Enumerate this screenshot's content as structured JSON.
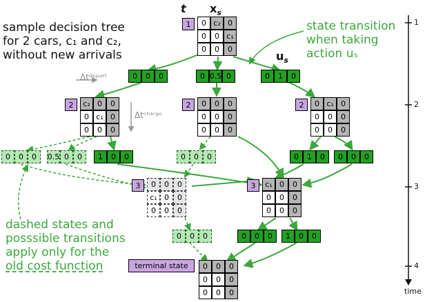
{
  "headers": {
    "t": "t",
    "x": "x",
    "x_sub": "s",
    "u": "u",
    "u_sub": "s"
  },
  "notes": {
    "left": [
      "sample decision tree",
      "for 2 cars,  c₁ and c₂,",
      "without new arrivals"
    ],
    "right": [
      "state transition",
      "when taking",
      "action uₛ"
    ],
    "bottom": [
      "dashed states and",
      "posssible transitions",
      "apply only for the",
      "old cost function"
    ]
  },
  "labels": {
    "dt_depart": "Δtᵈᵉᵖᵃʳᵗ",
    "dt_charge": "Δtᶜʰᵃʳᵍᵉ",
    "terminal": "terminal state"
  },
  "axis": {
    "ticks": [
      "1",
      "2",
      "3",
      "4"
    ],
    "label": "time"
  },
  "colors": {
    "green": "#22a022",
    "green_dark": "#145214",
    "light_green": "#b6e8b6",
    "gray": "#b4b4b4",
    "purple": "#c9a6e0",
    "arrow": "#3aa83a"
  },
  "states": [
    {
      "id": "s1",
      "tag": "1",
      "cells": [
        [
          "0",
          "c₂",
          "0"
        ],
        [
          "0",
          "0",
          "c₁"
        ],
        [
          "0",
          "0",
          "0"
        ]
      ],
      "dashed": false
    },
    {
      "id": "s2a",
      "tag": "2",
      "cells": [
        [
          "c₂",
          "0",
          "0"
        ],
        [
          "0",
          "c₁",
          "0"
        ],
        [
          "0",
          "0",
          "0"
        ]
      ],
      "dashed": false
    },
    {
      "id": "s2b",
      "tag": "2",
      "cells": [
        [
          "0",
          "0",
          "0"
        ],
        [
          "0",
          "0",
          "0"
        ],
        [
          "0",
          "0",
          "0"
        ]
      ],
      "dashed": false
    },
    {
      "id": "s2c",
      "tag": "2",
      "cells": [
        [
          "0",
          "c₁",
          "0"
        ],
        [
          "0",
          "0",
          "0"
        ],
        [
          "0",
          "0",
          "0"
        ]
      ],
      "dashed": false
    },
    {
      "id": "s3a",
      "tag": "3",
      "cells": [
        [
          "0",
          "0",
          "0"
        ],
        [
          "c₁",
          "0",
          "0"
        ],
        [
          "0",
          "0",
          "0"
        ]
      ],
      "dashed": true
    },
    {
      "id": "s3b",
      "tag": "3",
      "cells": [
        [
          "c₁",
          "0",
          "0"
        ],
        [
          "0",
          "0",
          "0"
        ],
        [
          "0",
          "0",
          "0"
        ]
      ],
      "dashed": false
    },
    {
      "id": "s4",
      "tag": "",
      "cells": [
        [
          "0",
          "0",
          "0"
        ],
        [
          "0",
          "0",
          "0"
        ],
        [
          "0",
          "0",
          "0"
        ]
      ],
      "dashed": false
    }
  ],
  "actions": [
    {
      "id": "a1",
      "cells": [
        "0",
        "0",
        "0"
      ],
      "dashed": false
    },
    {
      "id": "a2",
      "cells": [
        "0",
        "0.5",
        "0"
      ],
      "dashed": false
    },
    {
      "id": "a3",
      "cells": [
        "0",
        "1",
        "0"
      ],
      "dashed": false
    },
    {
      "id": "a4",
      "cells": [
        "0",
        "0",
        "0"
      ],
      "dashed": true
    },
    {
      "id": "a5",
      "cells": [
        "0.5",
        "0",
        "0"
      ],
      "dashed": true
    },
    {
      "id": "a6",
      "cells": [
        "1",
        "0",
        "0"
      ],
      "dashed": false
    },
    {
      "id": "a7",
      "cells": [
        "0",
        "0",
        "0"
      ],
      "dashed": true
    },
    {
      "id": "a8",
      "cells": [
        "0",
        "1",
        "0"
      ],
      "dashed": false
    },
    {
      "id": "a9",
      "cells": [
        "0",
        "0",
        "0"
      ],
      "dashed": false
    },
    {
      "id": "a10",
      "cells": [
        "0",
        "0",
        "0"
      ],
      "dashed": true
    },
    {
      "id": "a11",
      "cells": [
        "0",
        "0",
        "0"
      ],
      "dashed": false
    },
    {
      "id": "a12",
      "cells": [
        "1",
        "0",
        "0"
      ],
      "dashed": false
    }
  ]
}
